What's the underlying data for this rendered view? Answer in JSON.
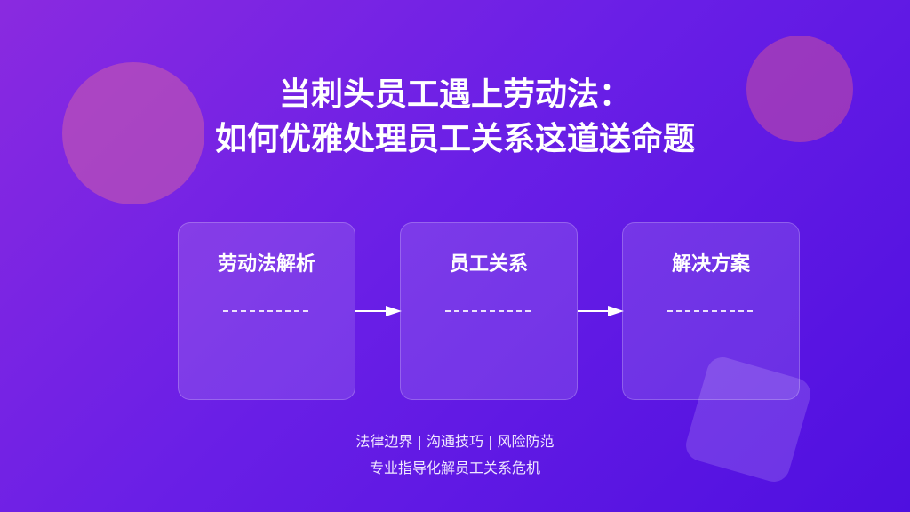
{
  "title": {
    "line1": "当刺头员工遇上劳动法：",
    "line2": "如何优雅处理员工关系这道送命题"
  },
  "cards": [
    {
      "label": "劳动法解析"
    },
    {
      "label": "员工关系"
    },
    {
      "label": "解决方案"
    }
  ],
  "footer": {
    "line1": "法律边界 | 沟通技巧 | 风险防范",
    "line2": "专业指导化解员工关系危机"
  },
  "colors": {
    "background_start": "#8a2ae0",
    "background_end": "#4f0fe0",
    "text": "#ffffff"
  }
}
